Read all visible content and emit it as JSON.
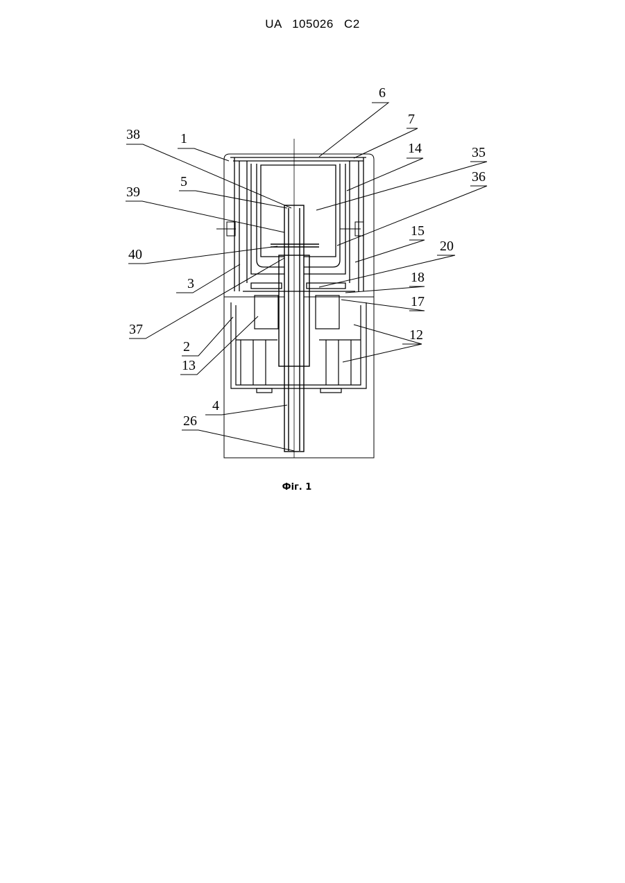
{
  "header": {
    "document_number": "UA   105026   C2"
  },
  "figure": {
    "caption": "Фіг. 1",
    "reference_numerals": [
      "6",
      "7",
      "38",
      "1",
      "14",
      "35",
      "36",
      "5",
      "39",
      "15",
      "40",
      "20",
      "3",
      "18",
      "37",
      "17",
      "2",
      "12",
      "13",
      "4",
      "26"
    ]
  }
}
